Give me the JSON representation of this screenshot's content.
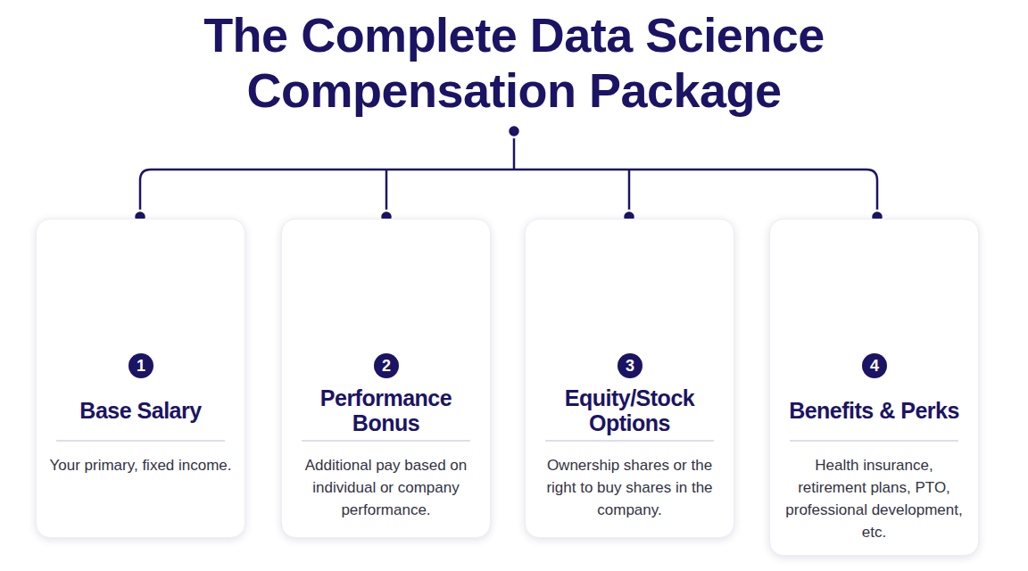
{
  "diagram": {
    "title": "The Complete Data Science Compensation Package",
    "nodes": [
      {
        "text": [
          "1",
          "Base Salary",
          "Your primary, fixed income."
        ]
      },
      {
        "text": [
          "2",
          "Performance Bonus",
          "Additional pay based on individual or company performance."
        ]
      },
      {
        "text": [
          "3",
          "Equity/Stock Options",
          "Ownership shares or the right to buy shares in the company."
        ]
      },
      {
        "text": [
          "4",
          "Benefits & Perks",
          "Health insurance, retirement plans, PTO, professional development, etc."
        ]
      }
    ]
  }
}
